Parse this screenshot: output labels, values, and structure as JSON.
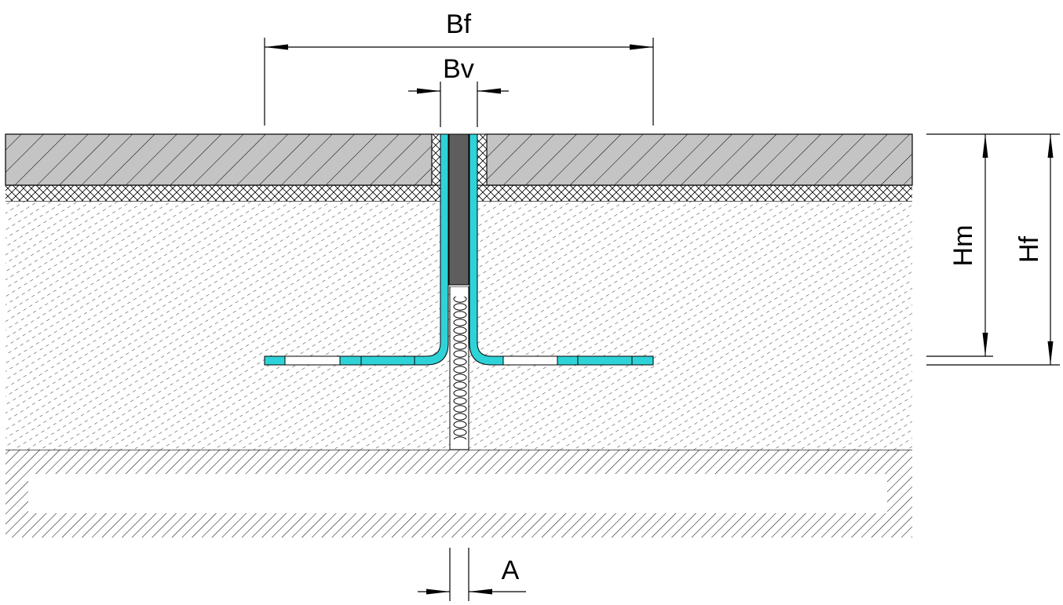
{
  "diagram": {
    "labels": {
      "bf": "Bf",
      "bv": "Bv",
      "hm": "Hm",
      "hf": "Hf",
      "a": "A"
    },
    "colors": {
      "profile": "#2ed3d8",
      "insert": "#5e5e5e",
      "tile_fill": "#c4c4c4",
      "line": "#000000",
      "background": "#ffffff"
    }
  }
}
